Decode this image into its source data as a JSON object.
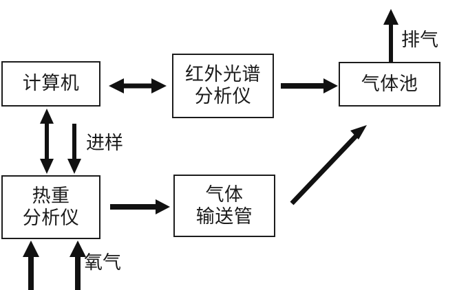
{
  "diagram": {
    "title": "TGA-FTIR coupled analysis system schematic",
    "stroke_color": "#1b1b1b",
    "background_color": "#ffffff",
    "nodes": [
      {
        "id": "computer",
        "label": "计算机"
      },
      {
        "id": "ir-spectrometer",
        "label": "红外光谱\n分析仪"
      },
      {
        "id": "gas-cell",
        "label": "气体池"
      },
      {
        "id": "tga",
        "label": "热重\n分析仪"
      },
      {
        "id": "gas-transfer-line",
        "label": "气体\n输送管"
      }
    ],
    "edge_labels": [
      {
        "id": "exhaust",
        "label": "排气"
      },
      {
        "id": "sample-injection",
        "label": "进样"
      },
      {
        "id": "oxygen",
        "label": "氧气"
      }
    ]
  }
}
